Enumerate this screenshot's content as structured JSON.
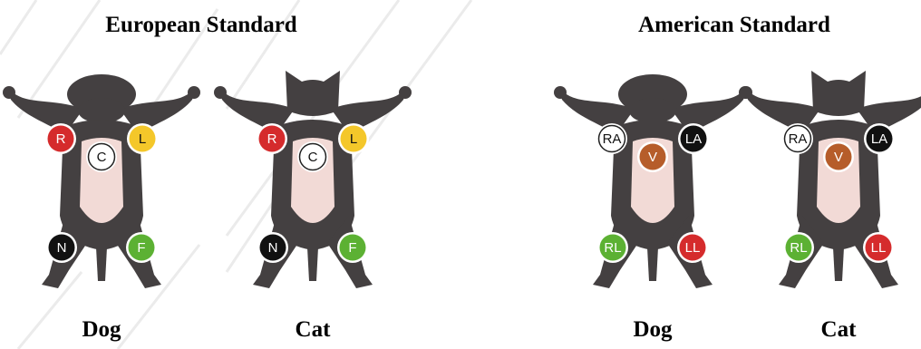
{
  "headings": {
    "european": "European Standard",
    "american": "American Standard"
  },
  "captions": {
    "eu_dog": "Dog",
    "eu_cat": "Cat",
    "us_dog": "Dog",
    "us_cat": "Cat"
  },
  "colors": {
    "body": "#444041",
    "belly": "#f2dad6",
    "red": "#d52b2c",
    "yellow": "#f4c72a",
    "white": "#ffffff",
    "black": "#111111",
    "green": "#5cb133",
    "brown": "#b65d2a",
    "watermark": "#e6e6e6"
  },
  "standards": {
    "european": {
      "electrodes": [
        {
          "id": "R",
          "label": "R",
          "position": "right arm",
          "color": "red"
        },
        {
          "id": "L",
          "label": "L",
          "position": "left arm",
          "color": "yellow"
        },
        {
          "id": "C",
          "label": "C",
          "position": "chest",
          "color": "white"
        },
        {
          "id": "N",
          "label": "N",
          "position": "right leg",
          "color": "black"
        },
        {
          "id": "F",
          "label": "F",
          "position": "left leg",
          "color": "green"
        }
      ]
    },
    "american": {
      "electrodes": [
        {
          "id": "RA",
          "label": "RA",
          "position": "right arm",
          "color": "white"
        },
        {
          "id": "LA",
          "label": "LA",
          "position": "left arm",
          "color": "black"
        },
        {
          "id": "V",
          "label": "V",
          "position": "chest",
          "color": "brown"
        },
        {
          "id": "RL",
          "label": "RL",
          "position": "right leg",
          "color": "green"
        },
        {
          "id": "LL",
          "label": "LL",
          "position": "left leg",
          "color": "red"
        }
      ]
    }
  },
  "figures": [
    {
      "standard": "european",
      "animal": "dog"
    },
    {
      "standard": "european",
      "animal": "cat"
    },
    {
      "standard": "american",
      "animal": "dog"
    },
    {
      "standard": "american",
      "animal": "cat"
    }
  ]
}
